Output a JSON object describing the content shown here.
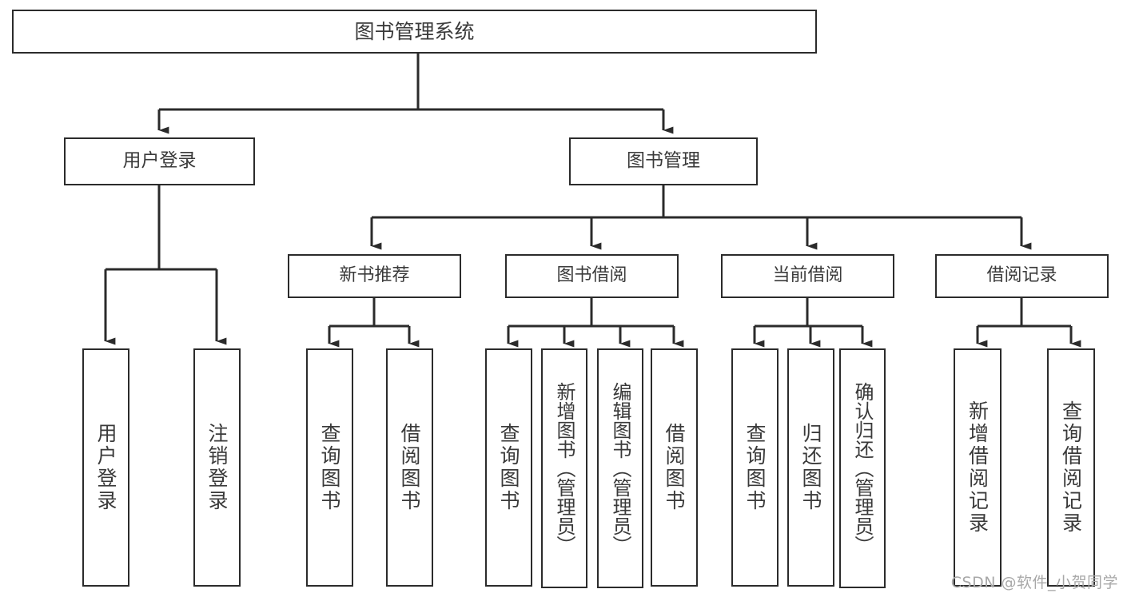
{
  "diagram": {
    "title": "图书管理系统",
    "type": "hierarchy-tree",
    "watermark": "CSDN @软件_小贺同学",
    "colors": {
      "box_stroke": "#2b2b2b",
      "box_fill": "#ffffff",
      "edge": "#2b2b2b",
      "text": "#3a3a3a",
      "watermark": "#a8a8a8",
      "background": "#ffffff"
    },
    "nodes": {
      "root": {
        "label": "图书管理系统"
      },
      "level1": [
        {
          "id": "user-login",
          "label": "用户登录"
        },
        {
          "id": "book-manage",
          "label": "图书管理"
        }
      ],
      "level2": [
        {
          "id": "new-book-recommend",
          "label": "新书推荐"
        },
        {
          "id": "book-borrow",
          "label": "图书借阅"
        },
        {
          "id": "current-borrow",
          "label": "当前借阅"
        },
        {
          "id": "borrow-record",
          "label": "借阅记录"
        }
      ],
      "leaves": [
        {
          "id": "leaf-user-login",
          "parent": "user-login",
          "label": "用户登录"
        },
        {
          "id": "leaf-logout",
          "parent": "user-login",
          "label": "注销登录"
        },
        {
          "id": "leaf-query-book-1",
          "parent": "new-book-recommend",
          "label": "查询图书"
        },
        {
          "id": "leaf-borrow-book-1",
          "parent": "new-book-recommend",
          "label": "借阅图书"
        },
        {
          "id": "leaf-query-book-2",
          "parent": "book-borrow",
          "label": "查询图书"
        },
        {
          "id": "leaf-add-book",
          "parent": "book-borrow",
          "label": "新增图书（管理员）"
        },
        {
          "id": "leaf-edit-book",
          "parent": "book-borrow",
          "label": "编辑图书（管理员）"
        },
        {
          "id": "leaf-borrow-book-2",
          "parent": "book-borrow",
          "label": "借阅图书"
        },
        {
          "id": "leaf-query-book-3",
          "parent": "current-borrow",
          "label": "查询图书"
        },
        {
          "id": "leaf-return-book",
          "parent": "current-borrow",
          "label": "归还图书"
        },
        {
          "id": "leaf-confirm-return",
          "parent": "current-borrow",
          "label": "确认归还（管理员）"
        },
        {
          "id": "leaf-add-record",
          "parent": "borrow-record",
          "label": "新增借阅记录"
        },
        {
          "id": "leaf-query-record",
          "parent": "borrow-record",
          "label": "查询借阅记录"
        }
      ]
    }
  }
}
